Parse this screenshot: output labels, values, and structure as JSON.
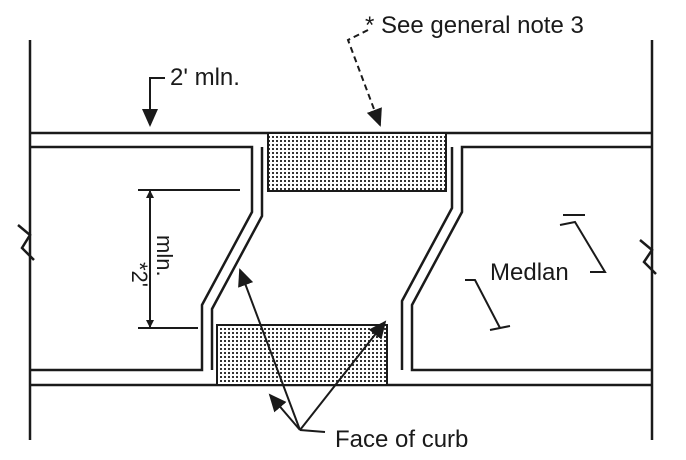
{
  "labels": {
    "general_note": "* See general note 3",
    "curb_min_2ft": "2' mln.",
    "dim_star_2": "*2'",
    "dim_min": "mln.",
    "median": "Medlan",
    "face_of_curb": "Face of curb"
  },
  "colors": {
    "line": "#1a1a1a",
    "hatch": "#333333",
    "background": "#ffffff"
  }
}
